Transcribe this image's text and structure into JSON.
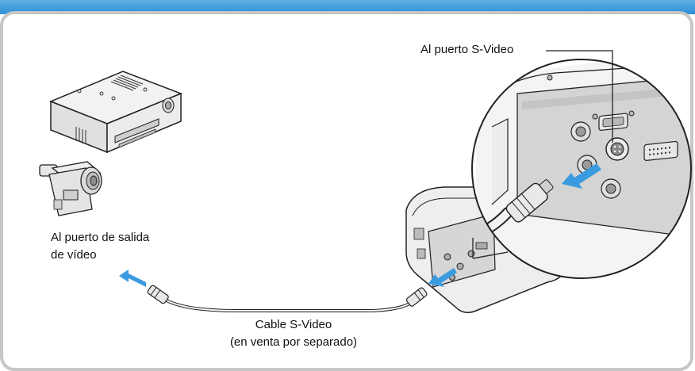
{
  "labels": {
    "svideo_port": "Al puerto S-Video",
    "video_out_line1": "Al puerto de salida",
    "video_out_line2": "de vídeo",
    "cable_line1": "Cable S-Video",
    "cable_line2": "(en venta por separado)"
  },
  "colors": {
    "banner": "#2e8fd6",
    "panel_border": "#c7c7c7",
    "arrow": "#3b9be0",
    "device_fill": "#ececec",
    "outline": "#222222"
  }
}
